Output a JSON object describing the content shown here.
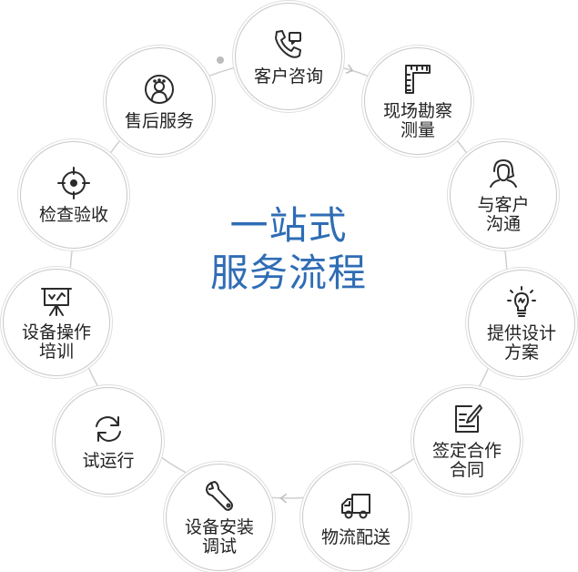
{
  "center_title": {
    "line1": "一站式",
    "line2": "服务流程"
  },
  "colors": {
    "accent": "#2f6db5",
    "ring": "#c8c8c8",
    "text": "#222222",
    "icon": "#2b2b2b"
  },
  "steps": [
    {
      "label": "客户咨询",
      "icon": "phone-icon"
    },
    {
      "label": "现场勘察\n测量",
      "icon": "ruler-icon"
    },
    {
      "label": "与客户\n沟通",
      "icon": "headset-icon"
    },
    {
      "label": "提供设计\n方案",
      "icon": "lightbulb-icon"
    },
    {
      "label": "签定合作\n合同",
      "icon": "contract-icon"
    },
    {
      "label": "物流配送",
      "icon": "truck-icon"
    },
    {
      "label": "设备安装\n调试",
      "icon": "wrench-icon"
    },
    {
      "label": "试运行",
      "icon": "refresh-icon"
    },
    {
      "label": "设备操作\n培训",
      "icon": "presentation-icon"
    },
    {
      "label": "检查验收",
      "icon": "target-icon"
    },
    {
      "label": "售后服务",
      "icon": "service-person-icon"
    }
  ]
}
